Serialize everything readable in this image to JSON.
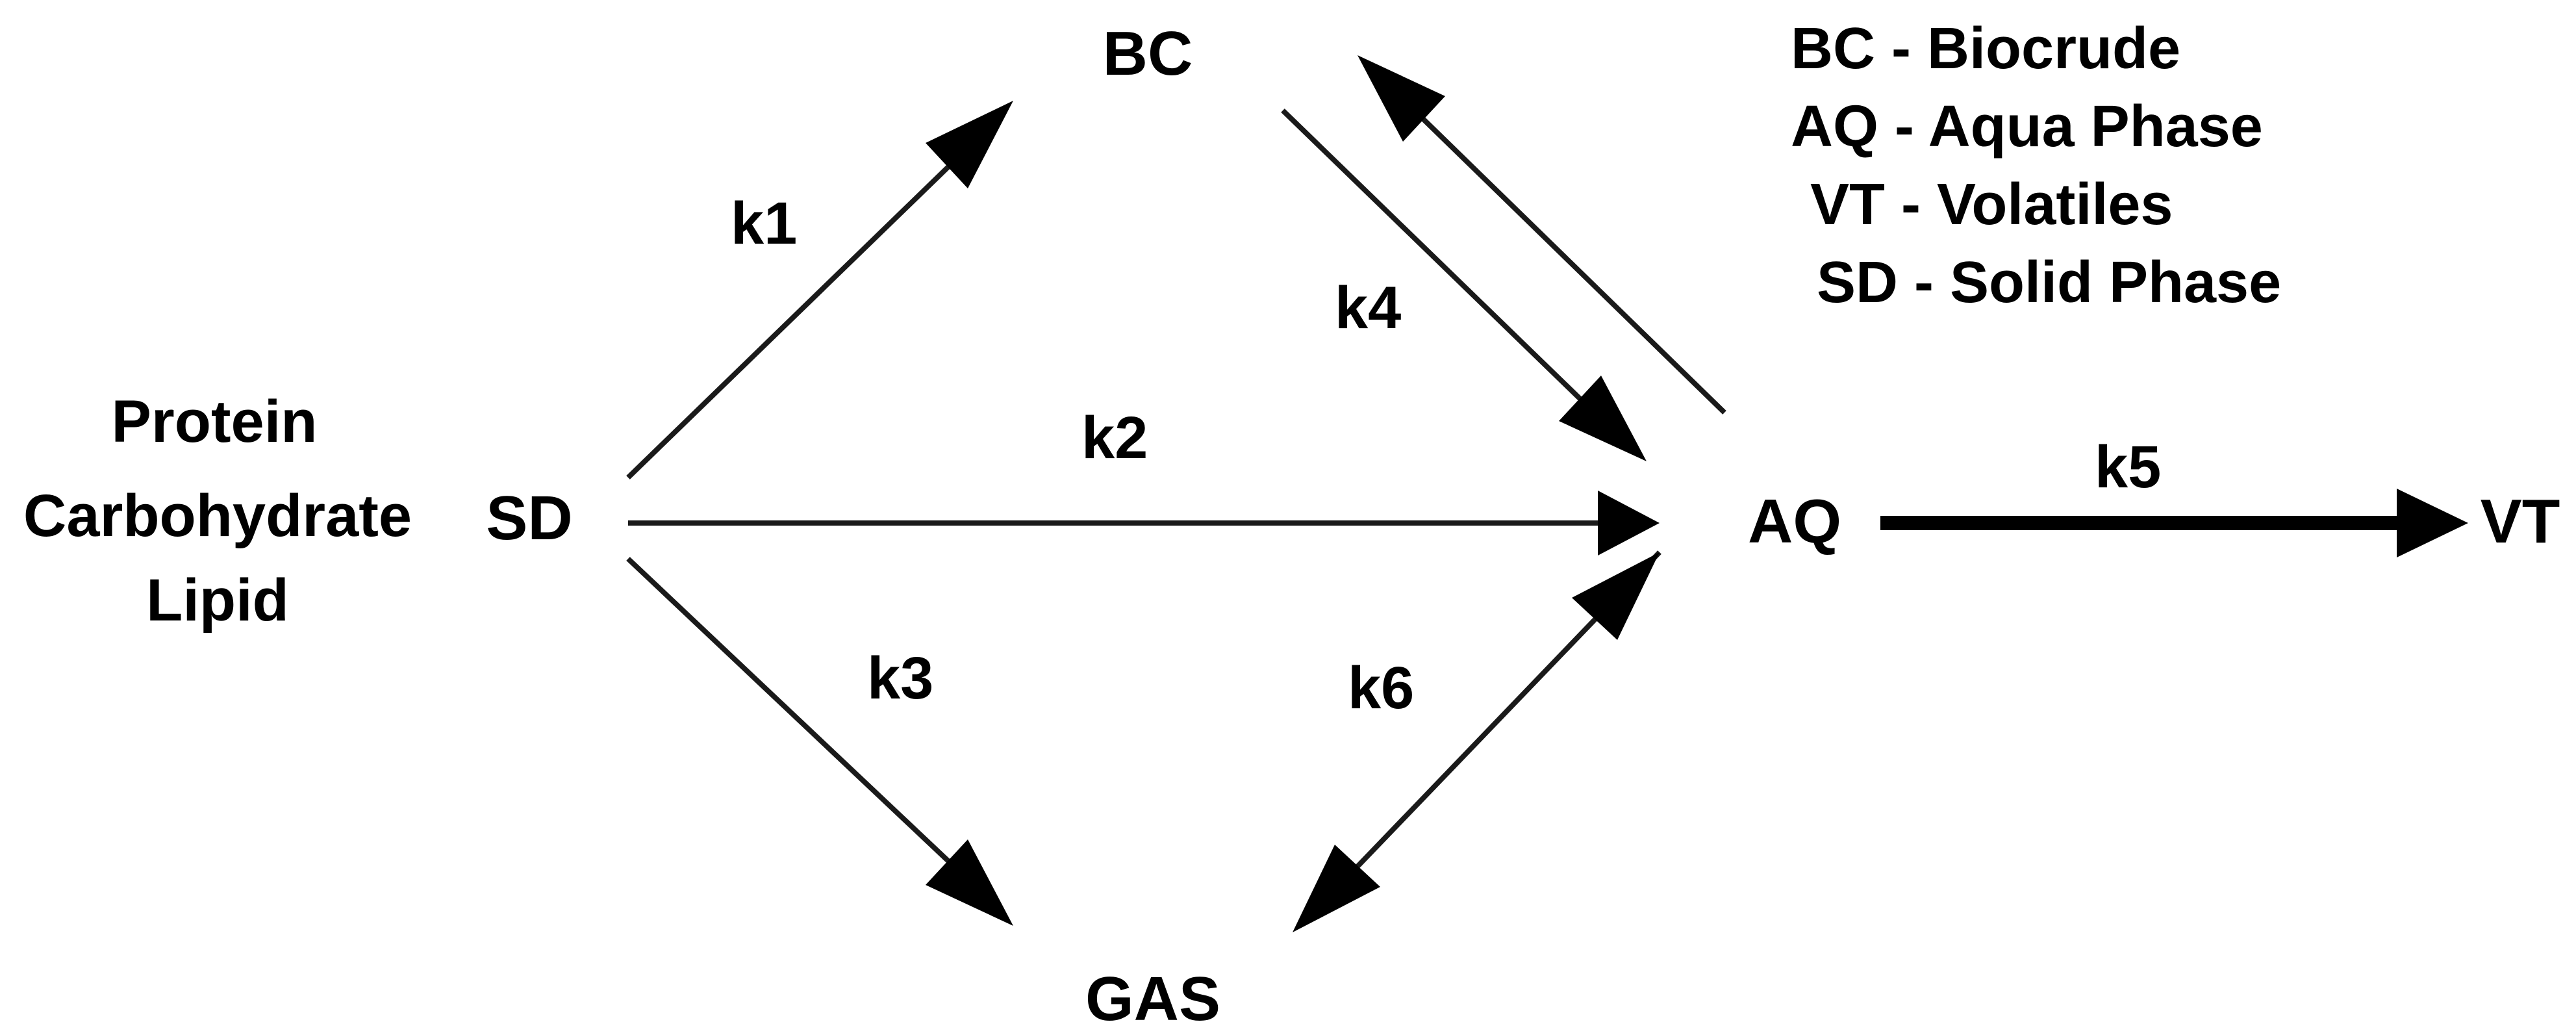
{
  "nodes": {
    "sd": "SD",
    "bc": "BC",
    "aq": "AQ",
    "gas": "GAS",
    "vt": "VT"
  },
  "feedstock": [
    "Protein",
    "Carbohydrate",
    "Lipid"
  ],
  "rate_constants": {
    "k1": "k1",
    "k2": "k2",
    "k3": "k3",
    "k4": "k4",
    "k5": "k5",
    "k6": "k6"
  },
  "legend": [
    "BC - Biocrude",
    "AQ - Aqua Phase",
    "VT - Volatiles",
    "SD - Solid Phase"
  ],
  "edges": [
    {
      "from": "SD",
      "to": "BC",
      "label": "k1"
    },
    {
      "from": "SD",
      "to": "AQ",
      "label": "k2"
    },
    {
      "from": "SD",
      "to": "GAS",
      "label": "k3"
    },
    {
      "from": "BC",
      "to": "AQ",
      "label": "k4"
    },
    {
      "from": "AQ",
      "to": "BC",
      "label": ""
    },
    {
      "from": "AQ",
      "to": "VT",
      "label": "k5"
    },
    {
      "from": "AQ",
      "to": "GAS",
      "label": "k6"
    },
    {
      "from": "GAS",
      "to": "AQ",
      "label": ""
    }
  ]
}
